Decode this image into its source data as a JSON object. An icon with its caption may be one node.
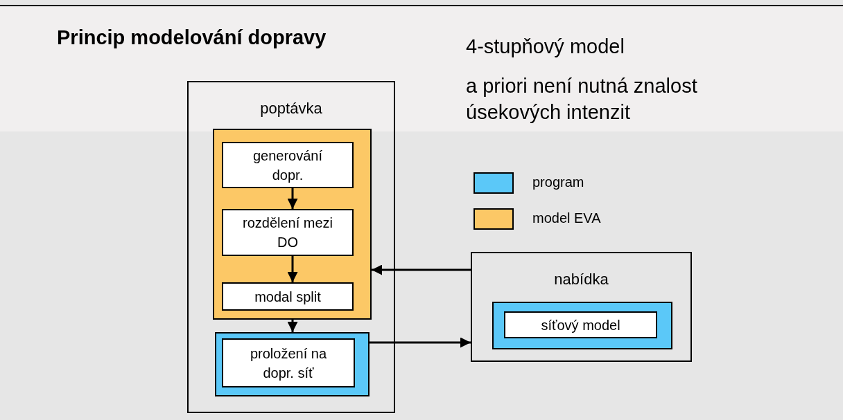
{
  "diagram": {
    "title": "Princip modelování dopravy",
    "nodes": [
      {
        "text": [
          "poptávka"
        ]
      },
      {
        "text": [],
        "shape": "box",
        "in": 0
      },
      {
        "text": [
          "generování dopr."
        ],
        "in": 1
      },
      {
        "text": [
          "rozdělení mezi DO"
        ],
        "in": 1
      },
      {
        "text": [
          "modal split"
        ],
        "in": 1
      },
      {
        "text": [],
        "shape": "box",
        "in": 0
      },
      {
        "text": [
          "proložení na dopr. síť"
        ],
        "in": 5
      },
      {
        "text": [
          "nabídka"
        ]
      },
      {
        "text": [],
        "shape": "box",
        "in": 7
      },
      {
        "text": [
          "síťový model"
        ],
        "in": 8
      }
    ],
    "edges": [
      {
        "from": 2,
        "to": 3,
        "arrow": "to"
      },
      {
        "from": 3,
        "to": 4,
        "arrow": "to"
      },
      {
        "from": 1,
        "to": 5,
        "arrow": "to"
      },
      {
        "from": 7,
        "to": 1,
        "arrow": "to"
      },
      {
        "from": 5,
        "to": 7,
        "arrow": "to"
      }
    ],
    "labels": [
      "4-stupňový model",
      "a priori není nutná znalost úsekových intenzit"
    ],
    "legend": [
      {
        "text": "program",
        "color": "#5bc8f8"
      },
      {
        "text": "model EVA",
        "color": "#fcc866"
      }
    ]
  }
}
